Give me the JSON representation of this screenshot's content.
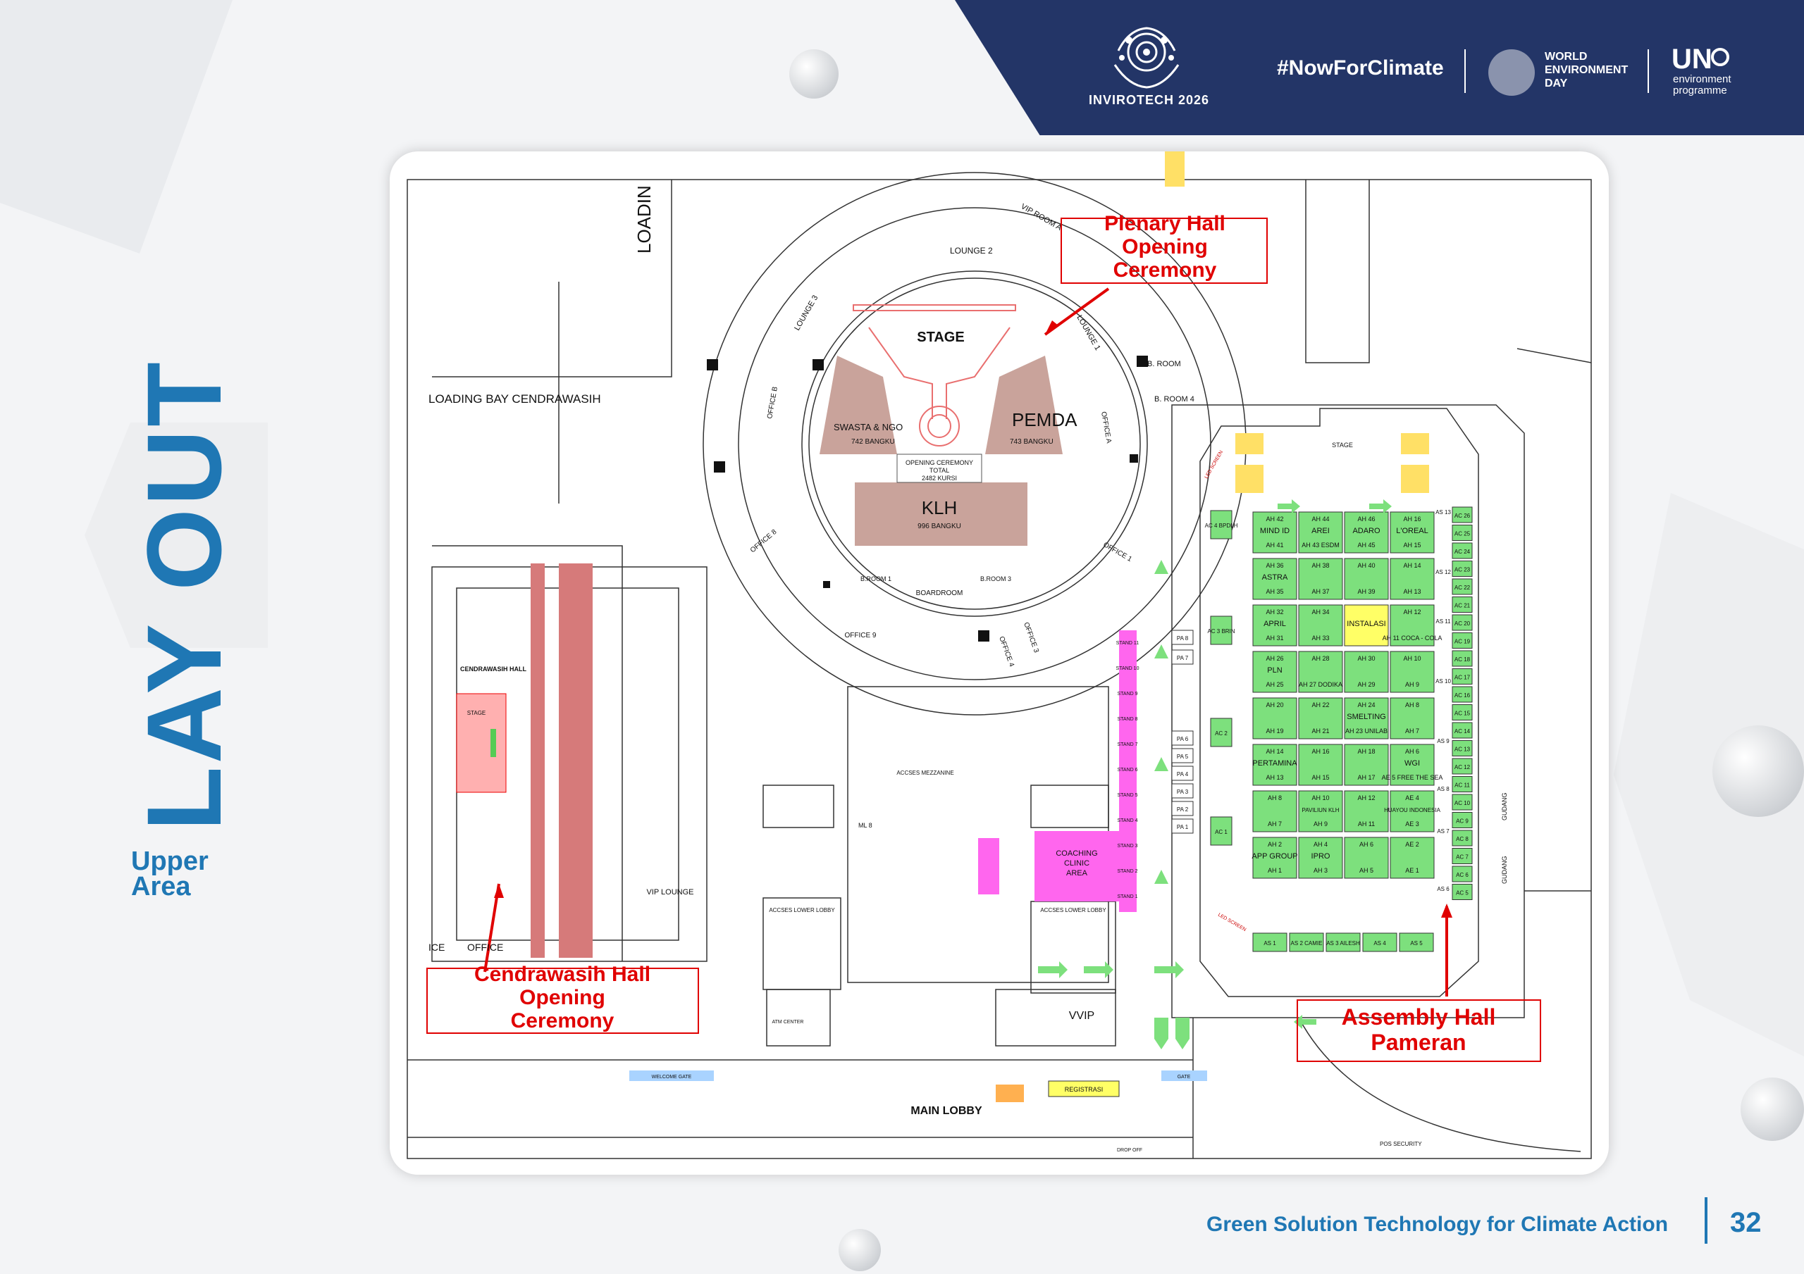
{
  "header": {
    "brand_name": "INVIROTECH 2026",
    "hashtag": "#NowForClimate",
    "wed_label_1": "WORLD",
    "wed_label_2": "ENVIRONMENT",
    "wed_label_3": "DAY",
    "un_label": "UN",
    "un_sub_1": "environment",
    "un_sub_2": "programme"
  },
  "slide": {
    "title": "LAY OUT",
    "subtitle_1": "Upper",
    "subtitle_2": "Area",
    "footer_tagline": "Green Solution Technology for Climate Action",
    "page_number": "32"
  },
  "map": {
    "callouts": {
      "plenary": [
        "Plenary Hall",
        "Opening",
        "Ceremony"
      ],
      "cendrawasih": [
        "Cendrawasih Hall",
        "Opening",
        "Ceremony"
      ],
      "assembly": [
        "Assembly Hall",
        "Pameran"
      ]
    },
    "labels": {
      "loading": "LOADIN",
      "loading_bay": "LOADING BAY CENDRAWASIH",
      "lounge2": "LOUNGE 2",
      "lounge3": "LOUNGE 3",
      "lounge1": "LOUNGE 1",
      "vip_room": "VIP ROOM A",
      "stage": "STAGE",
      "swasta": "SWASTA & NGO",
      "swasta_seats": "742 BANGKU",
      "pemda": "PEMDA",
      "pemda_seats": "743 BANGKU",
      "opening_total_1": "OPENING CEREMONY",
      "opening_total_2": "TOTAL",
      "opening_total_3": "2482 KURSI",
      "klh": "KLH",
      "klh_seats": "996 BANGKU",
      "office_a": "OFFICE A",
      "office_b": "OFFICE B",
      "office_1": "OFFICE 1",
      "office_8": "OFFICE 8",
      "office_9": "OFFICE 9",
      "office_4": "OFFICE 4",
      "office_3": "OFFICE 3",
      "b_room": "B. ROOM",
      "b_room_4": "B. ROOM 4",
      "b_room_1": "B.ROOM 1",
      "b_room_3": "B.ROOM 3",
      "boardroom": "BOARDROOM",
      "cendrawasih_hall": "CENDRAWASIH HALL",
      "stage_small": "STAGE",
      "vip_lounge": "VIP LOUNGE",
      "office": "OFFICE",
      "ice": "ICE",
      "accses_mezz": "ACCSES MEZZANINE",
      "accses_lower_1": "ACCSES LOWER LOBBY",
      "accses_lower_2": "ACCSES LOWER LOBBY",
      "coaching_1": "COACHING",
      "coaching_2": "CLINIC",
      "coaching_3": "AREA",
      "vvip": "VVIP",
      "main_lobby": "MAIN LOBBY",
      "registrasi": "REGISTRASI",
      "welcome_gate": "WELCOME GATE",
      "gate": "GATE",
      "atm": "ATM CENTER",
      "ml8": "ML 8",
      "pos_security": "POS SECURITY",
      "drop_off": "DROP OFF",
      "gudang_1": "GUDANG",
      "gudang_2": "GUDANG",
      "led_screen_1": "LED SCREEN",
      "led_screen_2": "LED SCREEN",
      "stage_ah": "STAGE",
      "paviliun": "PAVILIUN KLH"
    },
    "booths_ah": [
      {
        "top": "AH 42",
        "mid": "MIND ID",
        "bot": "AH 41"
      },
      {
        "top": "AH 44",
        "mid": "AREI",
        "bot": "AH 43 ESDM"
      },
      {
        "top": "AH 46",
        "mid": "ADARO",
        "bot": "AH 45"
      },
      {
        "top": "AH 16",
        "mid": "L'OREAL",
        "bot": "AH 15"
      },
      {
        "top": "AH 36",
        "mid": "ASTRA",
        "bot": "AH 35"
      },
      {
        "top": "AH 38",
        "mid": "",
        "bot": "AH 37"
      },
      {
        "top": "AH 40",
        "mid": "",
        "bot": "AH 39"
      },
      {
        "top": "AH 14",
        "mid": "",
        "bot": "AH 13"
      },
      {
        "top": "AH 32",
        "mid": "APRIL",
        "bot": "AH 31"
      },
      {
        "top": "AH 34",
        "mid": "",
        "bot": "AH 33"
      },
      {
        "top": "",
        "mid": "INSTALASI",
        "bot": ""
      },
      {
        "top": "AH 12",
        "mid": "",
        "bot": "AH 11 COCA - COLA"
      },
      {
        "top": "AH 26",
        "mid": "PLN",
        "bot": "AH 25"
      },
      {
        "top": "AH 28",
        "mid": "",
        "bot": "AH 27 DODIKA"
      },
      {
        "top": "AH 30",
        "mid": "",
        "bot": "AH 29"
      },
      {
        "top": "AH 10",
        "mid": "",
        "bot": "AH 9"
      },
      {
        "top": "AH 20",
        "mid": "",
        "bot": "AH 19"
      },
      {
        "top": "AH 22",
        "mid": "",
        "bot": "AH 21"
      },
      {
        "top": "AH 24",
        "mid": "SMELTING",
        "bot": "AH 23 UNILAB"
      },
      {
        "top": "AH 8",
        "mid": "",
        "bot": "AH 7"
      },
      {
        "top": "AH 14",
        "mid": "PERTAMINA",
        "bot": "AH 13"
      },
      {
        "top": "AH 16",
        "mid": "",
        "bot": "AH 15"
      },
      {
        "top": "AH 18",
        "mid": "",
        "bot": "AH 17"
      },
      {
        "top": "AH 6",
        "mid": "WGI",
        "bot": "AE 5 FREE THE SEA"
      },
      {
        "top": "AH 8",
        "mid": "",
        "bot": "AH 7"
      },
      {
        "top": "AH 10",
        "mid": "PAVILIUN KLH",
        "bot": "AH 9"
      },
      {
        "top": "AH 12",
        "mid": "",
        "bot": "AH 11"
      },
      {
        "top": "AE 4",
        "mid": "HUAYOU INDONESIA",
        "bot": "AE 3"
      },
      {
        "top": "AH 2",
        "mid": "APP GROUP",
        "bot": "AH 1"
      },
      {
        "top": "AH 4",
        "mid": "IPRO",
        "bot": "AH 3"
      },
      {
        "top": "AH 6",
        "mid": "",
        "bot": "AH 5"
      },
      {
        "top": "AE 2",
        "mid": "",
        "bot": "AE 1"
      }
    ],
    "booths_as": [
      "AS 1",
      "AS 2 CAMIE",
      "AS 3 AILESH",
      "AS 4",
      "AS 5"
    ],
    "booths_ac": [
      "AC 4 BPDLH",
      "AC 3 BRIN",
      "AC 2",
      "AC 1"
    ],
    "booths_pa": [
      "PA 8",
      "PA 7",
      "PA 6",
      "PA 5",
      "PA 4",
      "PA 3",
      "PA 2",
      "PA 1"
    ],
    "booths_stand": [
      "STAND 11",
      "STAND 10",
      "STAND 9",
      "STAND 8",
      "STAND 7",
      "STAND 6",
      "STAND 5",
      "STAND 4",
      "STAND 3",
      "STAND 2",
      "STAND 1"
    ],
    "side_ac": [
      "AC 26",
      "AC 25",
      "AC 24",
      "AC 23",
      "AC 22",
      "AC 21",
      "AC 20",
      "AC 19",
      "AC 18",
      "AC 17",
      "AC 16",
      "AC 15",
      "AC 14",
      "AC 13",
      "AC 12",
      "AC 11",
      "AC 10",
      "AC 9",
      "AC 8",
      "AC 7",
      "AC 6",
      "AC 5"
    ],
    "side_as": [
      "AS 13",
      "AS 12",
      "AS 11",
      "AS 10",
      "AS 9",
      "AS 8",
      "AS 7",
      "AS 6"
    ]
  },
  "colors": {
    "header_navy": "#233567",
    "accent_blue": "#1f77b4",
    "callout_red": "#e00000",
    "booth_green": "#7de07d",
    "stand_magenta": "#ff66ee",
    "seat_rose": "#c9a39b"
  }
}
